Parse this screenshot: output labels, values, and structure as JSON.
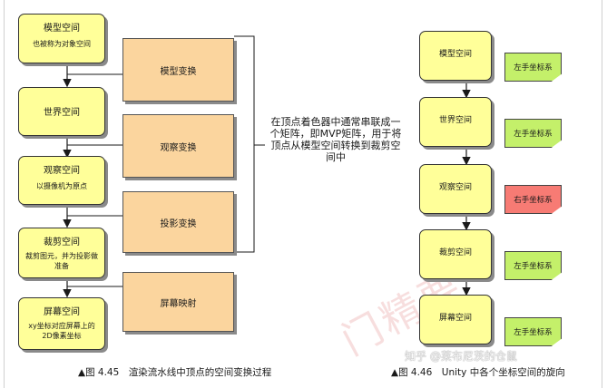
{
  "left_pipeline": {
    "spaces": [
      {
        "title": "模型空间",
        "subtitle": "也被称为对象空间"
      },
      {
        "title": "世界空间",
        "subtitle": ""
      },
      {
        "title": "观察空间",
        "subtitle": "以摄像机为原点"
      },
      {
        "title": "裁剪空间",
        "subtitle": "裁剪图元，并为投影做准备"
      },
      {
        "title": "屏幕空间",
        "subtitle": "xy坐标对应屏幕上的2D像素坐标"
      }
    ],
    "transforms": [
      "模型变换",
      "观察变换",
      "投影变换",
      "屏幕映射"
    ],
    "note": "在顶点着色器中通常串联成一个矩阵，即MVP矩阵，用于将顶点从模型空间转换到裁剪空间中",
    "caption": "▲图 4.45　渲染流水线中顶点的空间变换过程"
  },
  "right_pipeline": {
    "spaces": [
      {
        "title": "模型空间",
        "handedness": "左手坐标系",
        "color": "#c4f06a"
      },
      {
        "title": "世界空间",
        "handedness": "左手坐标系",
        "color": "#c4f06a"
      },
      {
        "title": "观察空间",
        "handedness": "右手坐标系",
        "color": "#f77b74"
      },
      {
        "title": "裁剪空间",
        "handedness": "左手坐标系",
        "color": "#c4f06a"
      },
      {
        "title": "屏幕空间",
        "handedness": "左手坐标系",
        "color": "#c4f06a"
      }
    ],
    "caption": "▲图 4.46　Unity 中各个坐标空间的旋向"
  },
  "watermark": "知乎 @莱布尼茨的仓鼠",
  "colors": {
    "yellow": "#ffff99",
    "orange": "#fbd59e",
    "green": "#c4f06a",
    "red": "#f77b74"
  }
}
